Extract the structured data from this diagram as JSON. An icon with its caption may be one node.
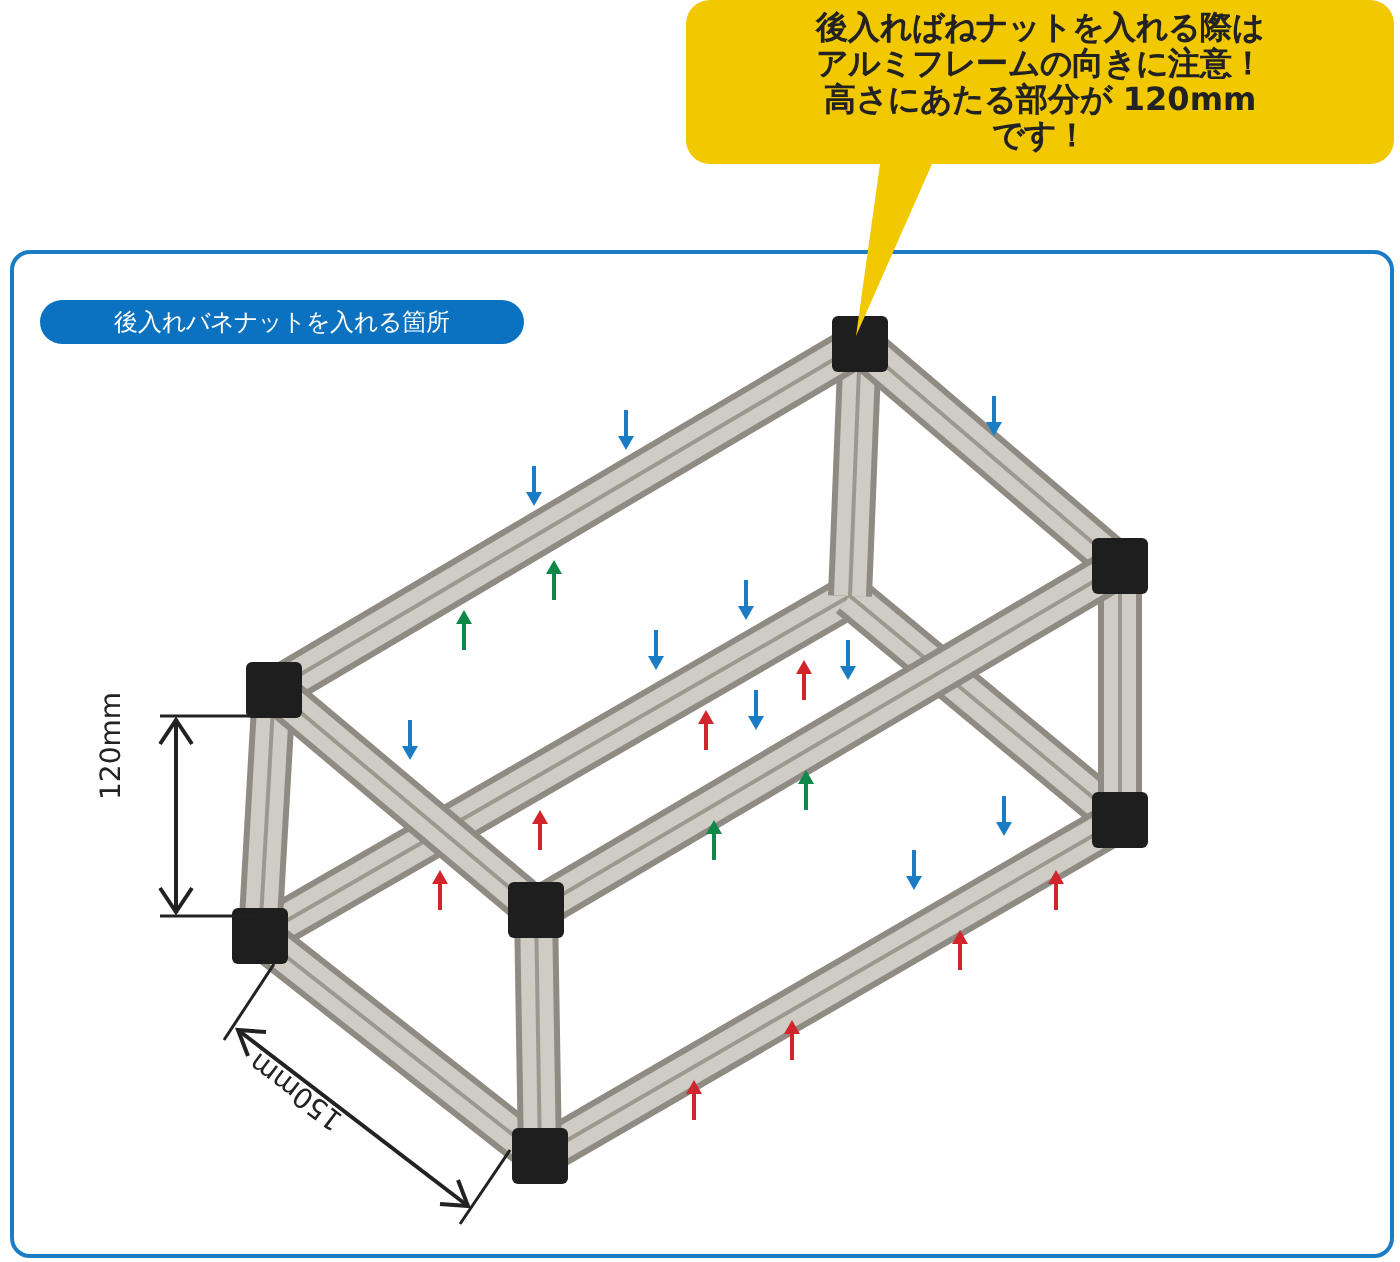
{
  "diagram": {
    "nodes": [
      {
        "text": [
          "後入ればねナットを入れる際はアルミフレームの向きに注意！高さにあたる部分が 120mm です！"
        ]
      }
    ],
    "labels": [
      "後入れバネナットを入れる箇所",
      "120mm",
      "150mm"
    ]
  }
}
